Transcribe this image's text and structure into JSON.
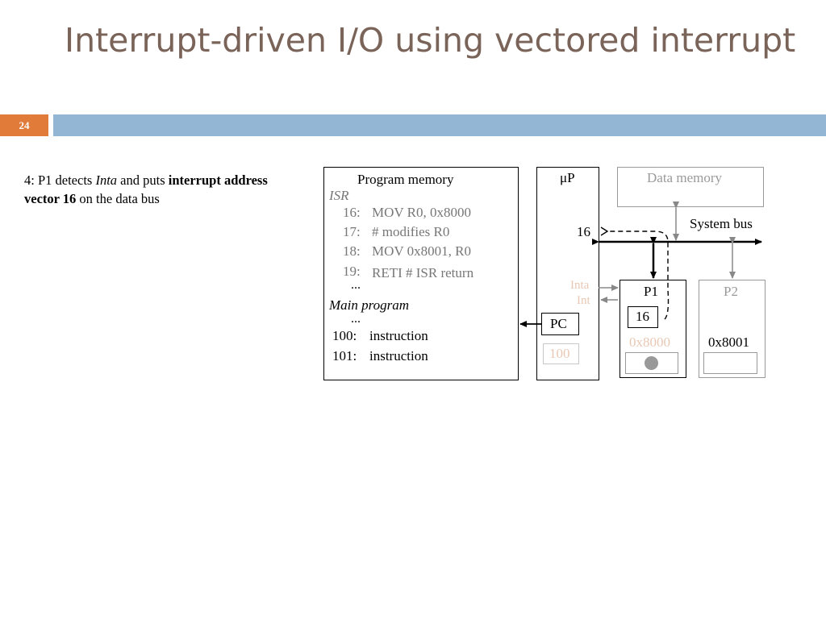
{
  "slide": {
    "title": "Interrupt-driven I/O using vectored interrupt",
    "number": "24",
    "accent_color": "#e07b39",
    "bar_color": "#93b6d5",
    "title_color": "#7a6358"
  },
  "note": {
    "prefix": "4: P1 detects ",
    "inta": "Inta",
    "middle": " and puts ",
    "bold": "interrupt address vector 16",
    "suffix": " on the data bus"
  },
  "program_memory": {
    "label": "Program memory",
    "isr_label": "ISR",
    "isr_lines": [
      {
        "addr": "16:",
        "code": "MOV R0, 0x8000"
      },
      {
        "addr": "17:",
        "code": "# modifies R0"
      },
      {
        "addr": "18:",
        "code": "MOV 0x8001, R0"
      },
      {
        "addr": "19:",
        "code": "RETI  # ISR return"
      }
    ],
    "ellipsis1": "...",
    "main_label": "Main program",
    "ellipsis2": "...",
    "main_lines": [
      {
        "addr": "100:",
        "code": "instruction"
      },
      {
        "addr": "101:",
        "code": "instruction"
      }
    ]
  },
  "microprocessor": {
    "label": "μP",
    "bus_value": "16",
    "inta_label": "Inta",
    "int_label": "Int",
    "pc_label": "PC",
    "pc_value": "100"
  },
  "data_memory": {
    "label": "Data memory"
  },
  "system_bus": {
    "label": "System bus"
  },
  "p1": {
    "label": "P1",
    "vector": "16",
    "address": "0x8000"
  },
  "p2": {
    "label": "P2",
    "address": "0x8001"
  }
}
